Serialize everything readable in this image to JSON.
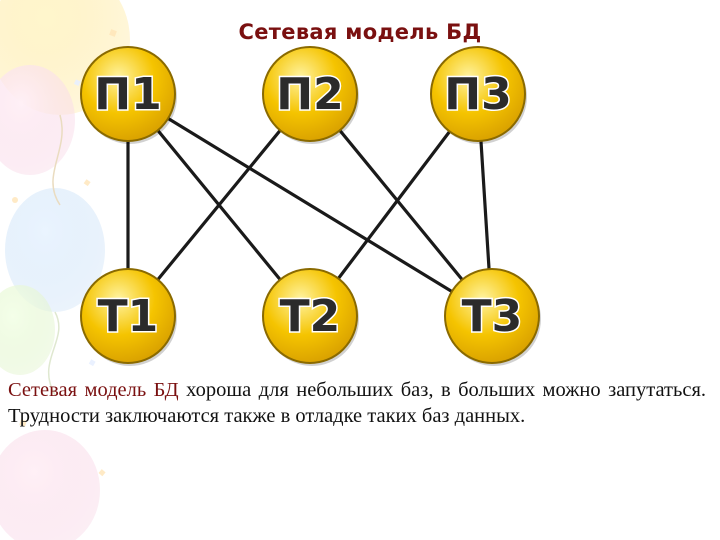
{
  "slide": {
    "title": "Сетевая модель БД"
  },
  "diagram": {
    "nodes": [
      {
        "id": "P1",
        "label": "П1",
        "row": "top"
      },
      {
        "id": "P2",
        "label": "П2",
        "row": "top"
      },
      {
        "id": "P3",
        "label": "П3",
        "row": "top"
      },
      {
        "id": "T1",
        "label": "Т1",
        "row": "bottom"
      },
      {
        "id": "T2",
        "label": "Т2",
        "row": "bottom"
      },
      {
        "id": "T3",
        "label": "Т3",
        "row": "bottom"
      }
    ],
    "edges": [
      [
        "P1",
        "T1"
      ],
      [
        "P1",
        "T2"
      ],
      [
        "P1",
        "T3"
      ],
      [
        "P2",
        "T1"
      ],
      [
        "P2",
        "T3"
      ],
      [
        "P3",
        "T2"
      ],
      [
        "P3",
        "T3"
      ]
    ],
    "colors": {
      "node_fill": "#f5c400",
      "node_highlight": "#fff3a0",
      "node_border": "#8a6a00",
      "label_fill": "#2b2b2b",
      "label_outline": "#ffffff",
      "edge": "#1a1a1a",
      "title": "#7a1010"
    }
  },
  "caption": {
    "highlight": "Сетевая модель БД",
    "text": " хороша для небольших баз, в больших можно запутаться. Трудности заключаются также в отладке таких баз данных."
  }
}
